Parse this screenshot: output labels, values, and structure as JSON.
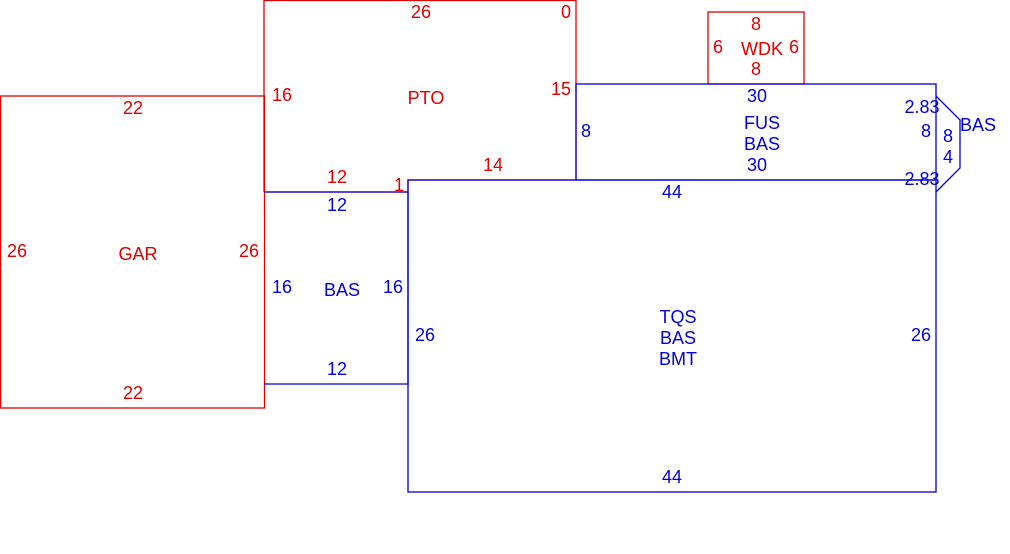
{
  "colors": {
    "red": "#e00000",
    "blue": "#0000dd"
  },
  "areas": {
    "gar": {
      "label": "GAR",
      "top": "22",
      "bottom": "22",
      "left": "26",
      "right": "26"
    },
    "pto": {
      "label": "PTO",
      "top": "26",
      "left": "16",
      "right": "15",
      "bottom": "12",
      "step": "1",
      "bottom2": "14",
      "corner": "0"
    },
    "wdk": {
      "label": "WDK",
      "top": "8",
      "bottom": "8",
      "left": "6",
      "right": "6"
    },
    "bas_small": {
      "label": "BAS",
      "top": "12",
      "bottom": "12",
      "left": "16",
      "right": "16"
    },
    "fus": {
      "label1": "FUS",
      "label2": "BAS",
      "top": "30",
      "bottom": "30",
      "left": "8",
      "right": "8"
    },
    "bay": {
      "label": "BAS",
      "diag_top": "2.83",
      "diag_bottom": "2.83",
      "side_a": "8",
      "side_b": "4"
    },
    "tqs": {
      "label1": "TQS",
      "label2": "BAS",
      "label3": "BMT",
      "top": "44",
      "bottom": "44",
      "left": "26",
      "right": "26"
    }
  }
}
